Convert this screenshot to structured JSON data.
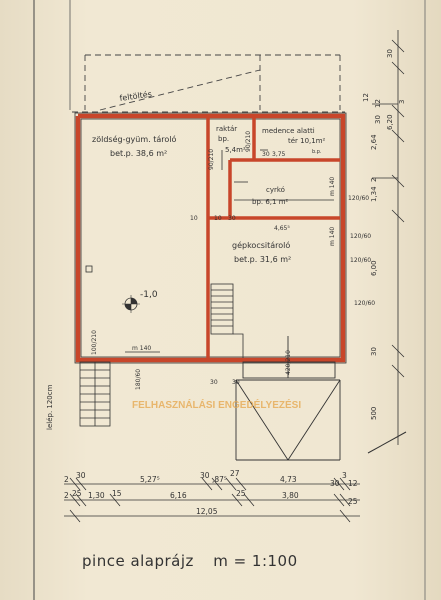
{
  "rooms": {
    "zoldseg_name": "zöldség-gyüm. tároló",
    "zoldseg_area": "bet.p. 38,6 m²",
    "raktar_name": "raktár",
    "raktar_sub": "bp.",
    "raktar_area": "5,4m²",
    "medence_name": "medence alatti",
    "medence_area": "tér 10,1m²",
    "medence_sub": "b.p.",
    "cyrko": "cyrkó",
    "cyrko_area": "bp. 6,1 m²",
    "garage_name": "gépkocsitároló",
    "garage_area": "bet.p. 31,6 m²",
    "level": "-1,0",
    "feltoltes": "feltöltés",
    "stair_note": "lelép. 120cm"
  },
  "dims": {
    "bottom_row1": [
      "30",
      "5,27⁵",
      "30",
      ",87⁵",
      "27",
      "4,73",
      "30",
      "12"
    ],
    "bottom_row2": [
      "25",
      "1,30",
      "15",
      "6,16",
      "25",
      "3,80",
      "25"
    ],
    "bottom_total": "12,05",
    "bottom_left_a": "2",
    "bottom_left_b": "2",
    "bottom_right_a": "3",
    "right_col": [
      "30",
      "12",
      "12",
      "30",
      "6,20",
      "3",
      "2,64",
      "2",
      "1,34",
      "6,00",
      "500",
      "30"
    ],
    "doors": [
      "90/210",
      "90/210",
      "120/60",
      "120/60",
      "120/60",
      "120/60",
      "m 140",
      "m 140",
      "m 140",
      "100/210",
      "180/60",
      "420/210",
      "3,75",
      "30",
      "10",
      "4,65⁵",
      "30",
      "10",
      "30",
      "30"
    ]
  },
  "watermark": "FELHASZNÁLÁSI ENGEDÉLYEZÉSI",
  "title": {
    "name": "pince alaprájz",
    "scale": "m = 1:100"
  },
  "colors": {
    "wall_red": "#c8462a",
    "line": "#333333",
    "watermark": "#e6a64a"
  }
}
